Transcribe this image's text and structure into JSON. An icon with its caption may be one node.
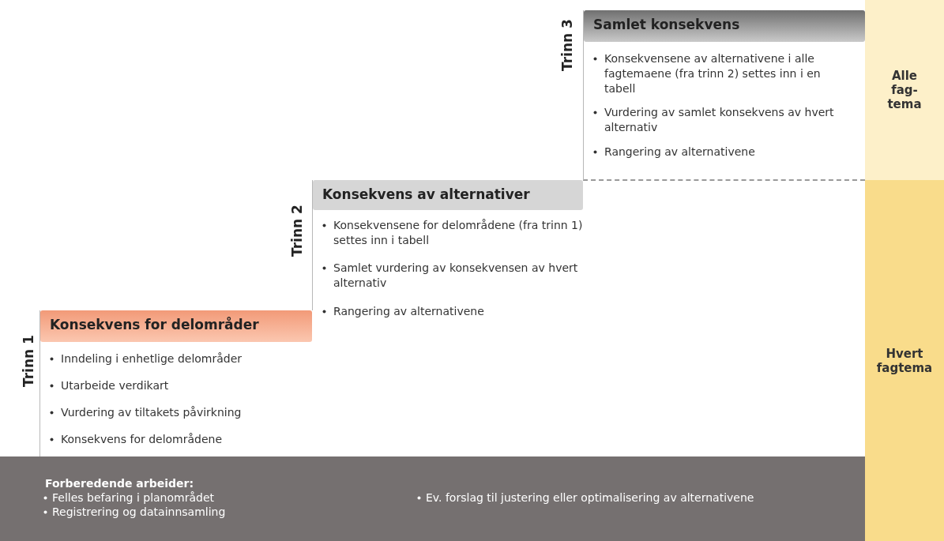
{
  "diagram": {
    "nodes": [
      {
        "text": [
          "Samlet konsekvens",
          "Konsekvensene av alternativene i alle fagtemaene (fra trinn 2) settes inn i en tabell",
          "Vurdering av samlet konsekvens av hvert alternativ",
          "Rangering av alternativene"
        ],
        "beside": [
          "Trinn 3"
        ]
      },
      {
        "text": [
          "Alle fag-tema"
        ]
      },
      {
        "text": [
          "Konsekvens av alternativer",
          "Konsekvensene for delområdene (fra trinn 1) settes inn i tabell",
          "Samlet vurdering av konsekvensen av hvert alternativ",
          "Rangering av alternativene"
        ],
        "beside": [
          "Trinn 2"
        ]
      },
      {
        "text": [
          "Hvert fagtema"
        ]
      },
      {
        "text": [
          "Konsekvens for delområder",
          "Inndeling i enhetlige delområder",
          "Utarbeide verdikart",
          "Vurdering av tiltakets påvirkning",
          "Konsekvens for delområdene"
        ],
        "beside": [
          "Trinn 1"
        ]
      },
      {
        "text": [
          "Forberedende arbeider:",
          "Felles befaring i planområdet",
          "Registrering og datainnsamling",
          "Ev. forslag til justering eller optimalisering av alternativene"
        ]
      }
    ]
  }
}
